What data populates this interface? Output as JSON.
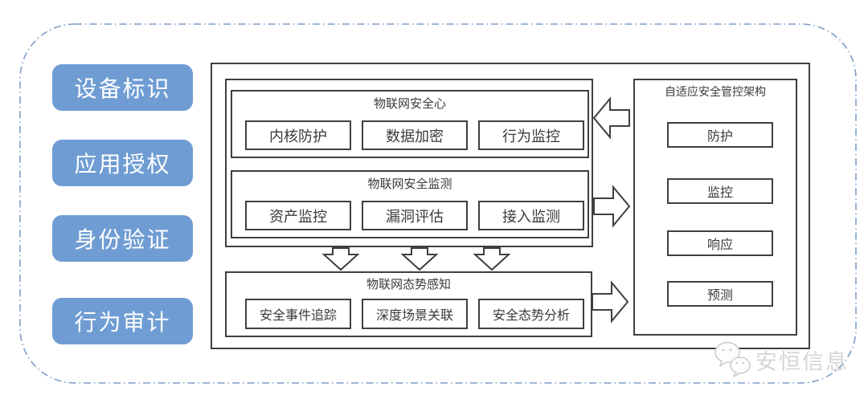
{
  "left_menu": {
    "items": [
      {
        "label": "设备标识"
      },
      {
        "label": "应用授权"
      },
      {
        "label": "身份验证"
      },
      {
        "label": "行为审计"
      }
    ]
  },
  "diagram": {
    "core_section": {
      "title": "物联网安全心",
      "items": [
        "内核防护",
        "数据加密",
        "行为监控"
      ]
    },
    "monitoring_section": {
      "title": "物联网安全监测",
      "items": [
        "资产监控",
        "漏洞评估",
        "接入监测"
      ]
    },
    "awareness_section": {
      "title": "物联网态势感知",
      "items": [
        "安全事件追踪",
        "深度场景关联",
        "安全态势分析"
      ]
    },
    "adaptive_section": {
      "title": "自适应安全管控架构",
      "items": [
        "防护",
        "监控",
        "响应",
        "预测"
      ]
    }
  },
  "watermark": {
    "brand": "安恒信息",
    "logo_icon": "wechat-icon"
  },
  "colors": {
    "button_blue": "#6f9dd3",
    "box_border": "#3f3f3f",
    "dashed_border": "#7e9ec9",
    "watermark_gray": "#d6d6d6"
  }
}
